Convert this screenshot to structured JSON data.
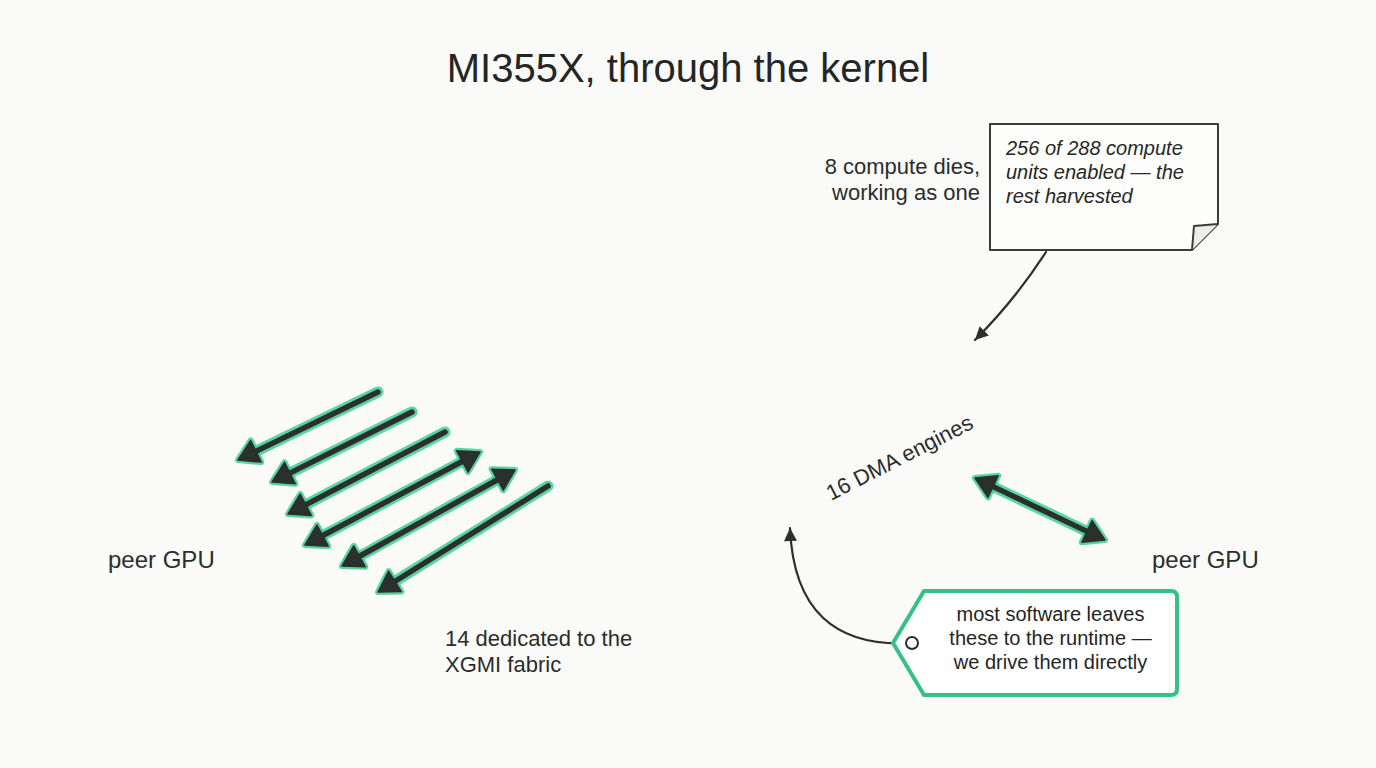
{
  "diagram": {
    "title": "MI355X, through the kernel",
    "nodes": [
      {
        "text": [
          "16 DMA engines"
        ]
      },
      {
        "text": [
          "peer GPU"
        ]
      },
      {
        "text": [
          "peer GPU"
        ]
      },
      {
        "text": [
          "256 of 288 compute units enabled — the rest harvested"
        ]
      },
      {
        "text": [
          "most software leaves these to the runtime — we drive them directly"
        ]
      }
    ],
    "edges": [
      {
        "from": 0,
        "to": 1,
        "arrow": "to"
      },
      {
        "from": 0,
        "to": 1,
        "arrow": "to"
      },
      {
        "from": 0,
        "to": 1,
        "arrow": "to"
      },
      {
        "from": 0,
        "to": 1,
        "arrow": "both"
      },
      {
        "from": 0,
        "to": 1,
        "arrow": "both"
      },
      {
        "from": 0,
        "to": 1,
        "arrow": "to"
      },
      {
        "from": 0,
        "to": 2,
        "arrow": "both"
      },
      {
        "from": 3,
        "to": 0,
        "arrow": "to"
      },
      {
        "from": 4,
        "to": 0,
        "arrow": "to"
      }
    ],
    "labels": [
      "8 compute dies, working as one",
      "14 dedicated to the XGMI fabric"
    ]
  }
}
